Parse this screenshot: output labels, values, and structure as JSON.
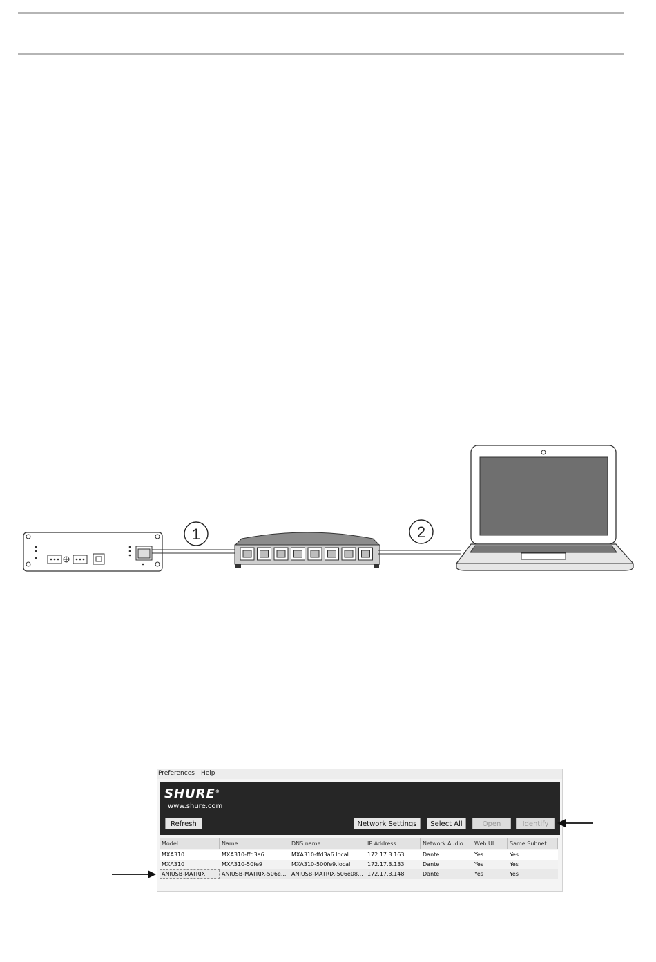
{
  "diagram": {
    "callouts": [
      "1",
      "2"
    ]
  },
  "app": {
    "menu": [
      "Preferences",
      "Help"
    ],
    "logo": "SHURE",
    "logo_mark": "®",
    "url": "www.shure.com",
    "buttons": {
      "refresh": "Refresh",
      "network_settings": "Network Settings",
      "select_all": "Select All",
      "open": "Open",
      "identify": "Identify"
    },
    "table": {
      "columns": [
        "Model",
        "Name",
        "DNS name",
        "IP Address",
        "Network Audio",
        "Web UI",
        "Same Subnet"
      ],
      "rows": [
        [
          "MXA310",
          "MXA310-ffd3a6",
          "MXA310-ffd3a6.local",
          "172.17.3.163",
          "Dante",
          "Yes",
          "Yes"
        ],
        [
          "MXA310",
          "MXA310-50fe9",
          "MXA310-500fe9.local",
          "172.17.3.133",
          "Dante",
          "Yes",
          "Yes"
        ],
        [
          "ANIUSB-MATRIX",
          "ANIUSB-MATRIX-506e...",
          "ANIUSB-MATRIX-506e08...",
          "172.17.3.148",
          "Dante",
          "Yes",
          "Yes"
        ]
      ]
    }
  },
  "colors": {
    "banner": "#262626",
    "screen": "#6f6f6f",
    "rule": "#b5b5b5"
  }
}
